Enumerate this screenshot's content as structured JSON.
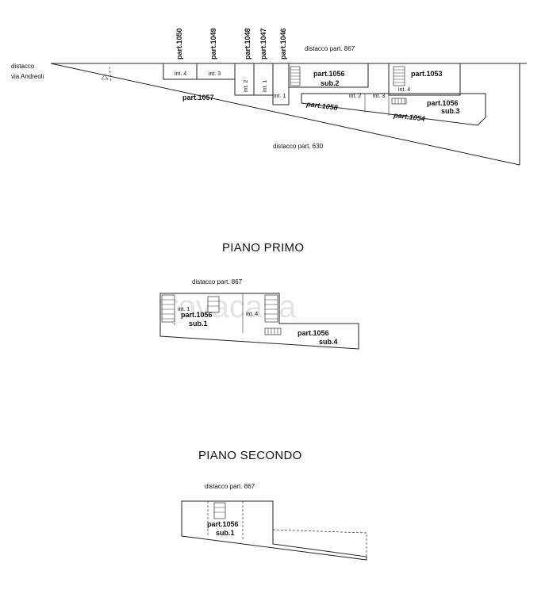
{
  "ground_floor": {
    "vertical_labels": [
      "part.1050",
      "part.1049",
      "part.1048",
      "part.1047",
      "part.1046"
    ],
    "distacco_867": "distacco part. 867",
    "distacco_label": "distacco",
    "via_label": "via Andreoli",
    "part_1057": "part.1057",
    "part_1056": "part.1056",
    "sub_2": "sub.2",
    "part_1053": "part.1053",
    "part_1056_b": "part.1056",
    "sub_3": "sub.3",
    "part_1058": "part.1058",
    "part_1054": "part.1054",
    "int_4": "int. 4",
    "int_3": "int. 3",
    "int_2": "int. 2",
    "int_1": "int. 1",
    "int_1_b": "int. 1",
    "int_2_b": "int. 2",
    "int_3_b": "int. 3",
    "int_4_b": "int. 4",
    "distacco_630": "distacco part. 630"
  },
  "first_floor": {
    "heading": "PIANO PRIMO",
    "distacco_867": "distacco part. 867",
    "int_1": "int. 1",
    "int_4": "int. 4",
    "part_1056_sub1": "part.1056",
    "sub_1": "sub.1",
    "part_1056_sub4": "part.1056",
    "sub_4": "sub.4"
  },
  "second_floor": {
    "heading": "PIANO SECONDO",
    "distacco_867": "distacco part. 867",
    "part_1056": "part.1056",
    "sub_1": "sub.1"
  },
  "watermark": "trovacasa"
}
